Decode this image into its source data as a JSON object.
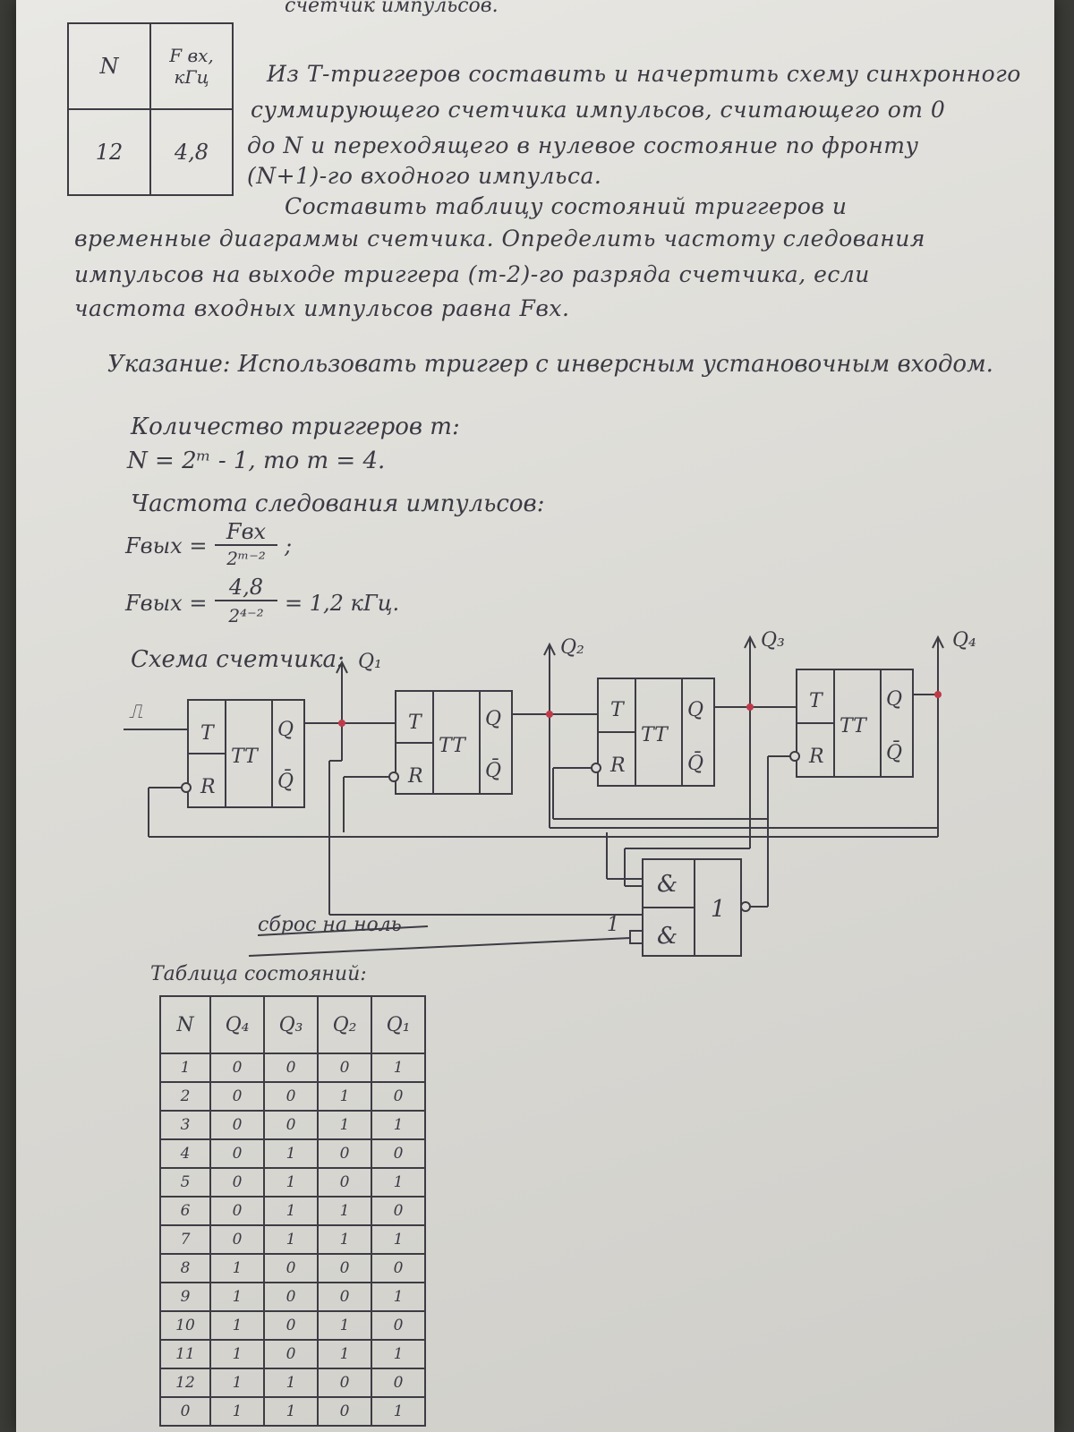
{
  "header": {
    "top_text": "счетчик импульсов."
  },
  "variant_table": {
    "col1_header": "N",
    "col2_header_top": "F вх,",
    "col2_header_bottom": "кГц",
    "n_value": "12",
    "f_value": "4,8"
  },
  "task": {
    "lines": [
      "Из Т-триггеров составить и начертить схему синхронного",
      "суммирующего счетчика импульсов, считающего от 0",
      "до N и переходящего в нулевое состояние по фронту",
      "(N+1)-го входного импульса.",
      "Составить таблицу состояний триггеров и",
      "временные диаграммы счетчика. Определить частоту следования",
      "импульсов на выходе триггера (m-2)-го разряда счетчика, если",
      "частота входных импульсов равна Fвх."
    ]
  },
  "note": "Указание: Использовать триггер с инверсным установочным входом.",
  "solution": {
    "triggers_heading": "Количество триггеров m:",
    "triggers_formula": "N = 2ᵐ - 1, то m = 4.",
    "freq_heading": "Частота следования импульсов:",
    "freq_label": "Fвых =",
    "freq_num1": "Fвх",
    "freq_den1": "2ᵐ⁻²",
    "freq_end1": ";",
    "freq_num2": "4,8",
    "freq_den2": "2⁴⁻²",
    "freq_result": "= 1,2 кГц."
  },
  "schematic": {
    "heading": "Схема счетчика:",
    "input_symbol": "⎍",
    "trigger_inputs": [
      "T",
      "R"
    ],
    "trigger_type": "TT",
    "trigger_outputs": [
      "Q",
      "Q̄"
    ],
    "outputs": [
      "Q₁",
      "Q₂",
      "Q₃",
      "Q₄"
    ],
    "and_symbol": "&",
    "or_symbol": "1",
    "reset_const": "1",
    "reset_label": "сброс на ноль"
  },
  "state_table": {
    "title": "Таблица состояний:",
    "headers": [
      "N",
      "Q₄",
      "Q₃",
      "Q₂",
      "Q₁"
    ],
    "rows": [
      [
        "1",
        "0",
        "0",
        "0",
        "1"
      ],
      [
        "2",
        "0",
        "0",
        "1",
        "0"
      ],
      [
        "3",
        "0",
        "0",
        "1",
        "1"
      ],
      [
        "4",
        "0",
        "1",
        "0",
        "0"
      ],
      [
        "5",
        "0",
        "1",
        "0",
        "1"
      ],
      [
        "6",
        "0",
        "1",
        "1",
        "0"
      ],
      [
        "7",
        "0",
        "1",
        "1",
        "1"
      ],
      [
        "8",
        "1",
        "0",
        "0",
        "0"
      ],
      [
        "9",
        "1",
        "0",
        "0",
        "1"
      ],
      [
        "10",
        "1",
        "0",
        "1",
        "0"
      ],
      [
        "11",
        "1",
        "0",
        "1",
        "1"
      ],
      [
        "12",
        "1",
        "1",
        "0",
        "0"
      ],
      [
        "0",
        "1",
        "1",
        "0",
        "1"
      ]
    ]
  }
}
